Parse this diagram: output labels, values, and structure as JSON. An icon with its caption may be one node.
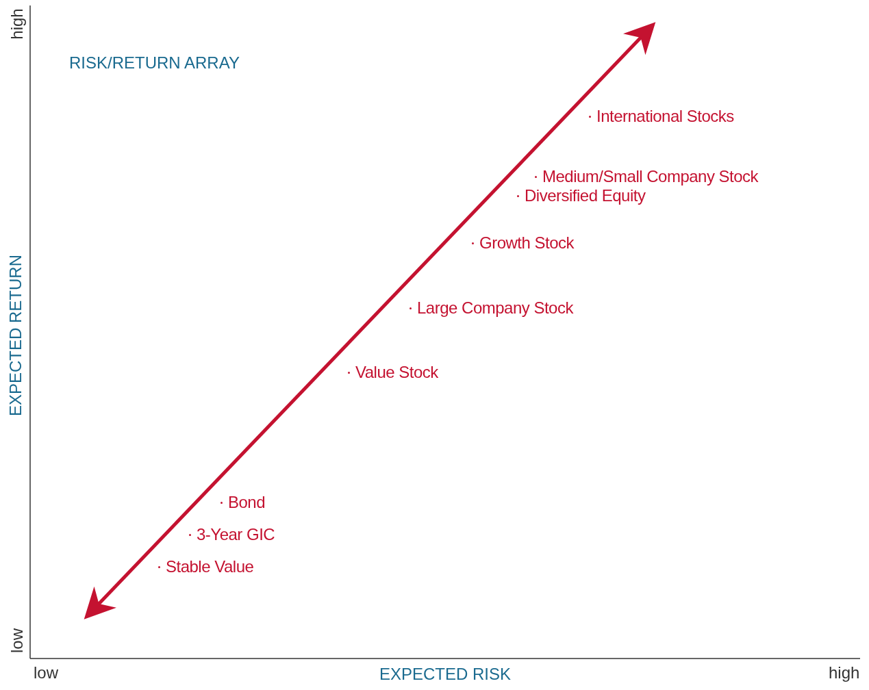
{
  "diagram": {
    "title": "RISK/RETURN ARRAY",
    "labels": [
      "high",
      "International Stocks",
      "Medium/Small Company Stock",
      "Diversified Equity",
      "Growth Stock",
      "EXPECTED RETURN",
      "Large Company Stock",
      "Value Stock",
      "Bond",
      "3-Year GIC",
      "Stable Value",
      "low",
      "low",
      "EXPECTED RISK",
      "high"
    ]
  }
}
